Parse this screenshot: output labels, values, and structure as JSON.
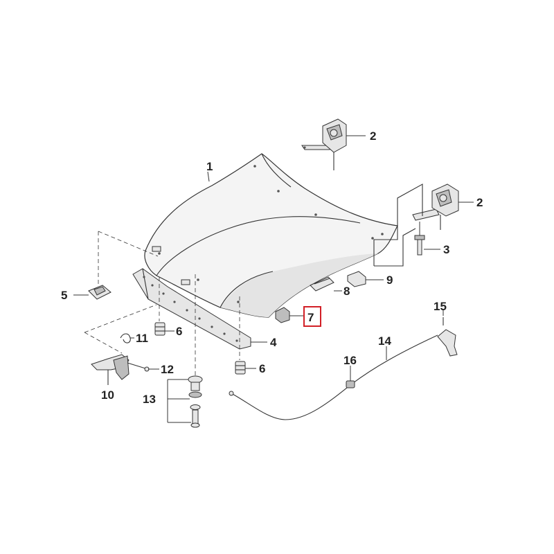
{
  "colors": {
    "lines": "#333333",
    "highlight": "#d21f26",
    "background": "#ffffff"
  },
  "highlighted_part": "7",
  "callouts": [
    {
      "id": "c1",
      "label": "1"
    },
    {
      "id": "c2a",
      "label": "2"
    },
    {
      "id": "c2b",
      "label": "2"
    },
    {
      "id": "c3",
      "label": "3"
    },
    {
      "id": "c4",
      "label": "4"
    },
    {
      "id": "c5",
      "label": "5"
    },
    {
      "id": "c6a",
      "label": "6"
    },
    {
      "id": "c6b",
      "label": "6"
    },
    {
      "id": "c7",
      "label": "7"
    },
    {
      "id": "c8",
      "label": "8"
    },
    {
      "id": "c9",
      "label": "9"
    },
    {
      "id": "c10",
      "label": "10"
    },
    {
      "id": "c11",
      "label": "11"
    },
    {
      "id": "c12",
      "label": "12"
    },
    {
      "id": "c13",
      "label": "13"
    },
    {
      "id": "c14",
      "label": "14"
    },
    {
      "id": "c15",
      "label": "15"
    },
    {
      "id": "c16",
      "label": "16"
    }
  ]
}
